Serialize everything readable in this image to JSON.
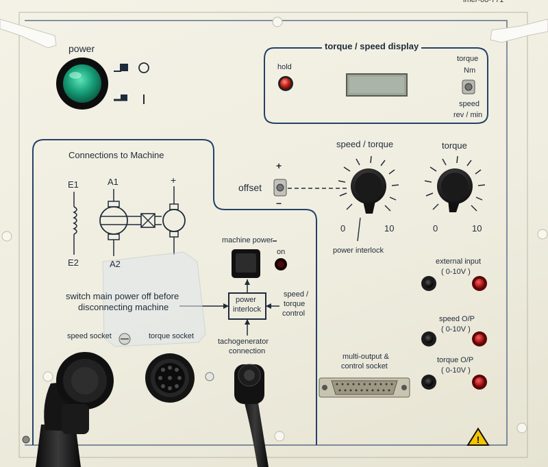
{
  "header": {
    "top_text": "imer-08-771"
  },
  "power": {
    "label": "power"
  },
  "display": {
    "title": "torque / speed display",
    "hold_label": "hold",
    "torque_label": "torque",
    "torque_unit": "Nm",
    "speed_label": "speed",
    "speed_unit": "rev / min"
  },
  "connections": {
    "title": "Connections to Machine",
    "e1": "E1",
    "e2": "E2",
    "a1": "A1",
    "a2": "A2",
    "plus": "+",
    "warning_line1": "switch main power off before",
    "warning_line2": "disconnecting machine",
    "speed_socket": "speed socket",
    "torque_socket": "torque socket"
  },
  "interlock": {
    "machine_power": "machine power",
    "on": "on",
    "box_line1": "power",
    "box_line2": "interlock",
    "speed_torque_control_1": "speed /",
    "speed_torque_control_2": "torque",
    "speed_torque_control_3": "control",
    "tacho_1": "tachogenerator",
    "tacho_2": "connection"
  },
  "controls": {
    "offset": "offset",
    "plus": "+",
    "minus": "−",
    "speed_torque": "speed / torque",
    "torque": "torque",
    "scale_min": "0",
    "scale_max": "10",
    "power_interlock": "power interlock"
  },
  "io": {
    "external_input": "external input",
    "external_range": "( 0-10V )",
    "speed_op": "speed O/P",
    "speed_range": "( 0-10V )",
    "torque_op": "torque O/P",
    "torque_range": "( 0-10V )",
    "multi_1": "multi-output &",
    "multi_2": "control socket"
  },
  "colors": {
    "panel": "#f1efe2",
    "ink": "#1f2a3a",
    "terminal_red": "#c0141c",
    "lamp_green": "#1aa27a"
  }
}
